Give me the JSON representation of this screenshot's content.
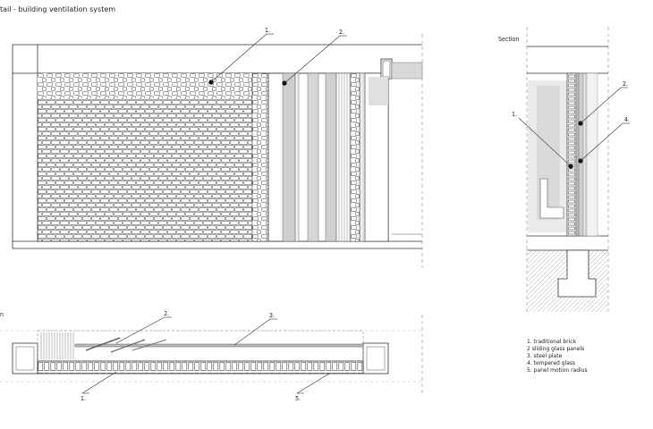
{
  "title": "tail - building ventilation system",
  "elevation_marker": "",
  "plan_marker": "n",
  "section_title": "Section",
  "callouts": {
    "elev_1": "1.",
    "elev_2": "2.",
    "sect_1": "1.",
    "sect_2": "2.",
    "sect_4": "4.",
    "plan_2": "2.",
    "plan_3": "3.",
    "plan_1": "1.",
    "plan_5": "5."
  },
  "legend": [
    "1. traditional brick",
    "2 sliding glass panels",
    "3. steel plate",
    "4. tempered glass",
    "5. panel motion radius"
  ]
}
